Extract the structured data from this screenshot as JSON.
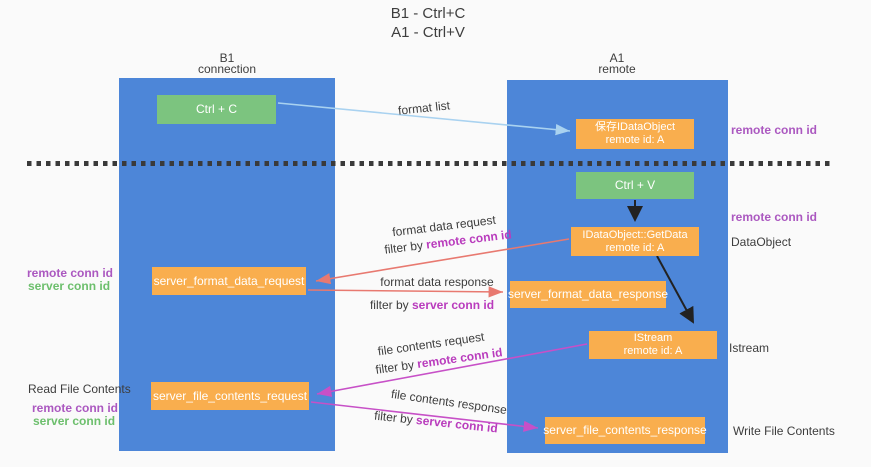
{
  "title": {
    "line1": "B1 - Ctrl+C",
    "line2": "A1 - Ctrl+V"
  },
  "columns": {
    "left": {
      "id": "B1",
      "subtitle": "connection"
    },
    "right": {
      "id": "A1",
      "subtitle": "remote"
    }
  },
  "nodes": {
    "ctrl_c": "Ctrl + C",
    "ctrl_v": "Ctrl + V",
    "save_dataobject": {
      "line1": "保存IDataObject",
      "line2": "remote id: A"
    },
    "getdata": {
      "line1": "IDataObject::GetData",
      "line2": "remote id: A"
    },
    "istream": {
      "line1": "IStream",
      "line2": "remote id: A"
    },
    "format_request": "server_format_data_request",
    "format_response": "server_format_data_response",
    "file_request": "server_file_contents_request",
    "file_response": "server_file_contents_response"
  },
  "edge_labels": {
    "format_list": "format list",
    "format_data_request": "format data request",
    "format_data_response": "format data response",
    "file_contents_request": "file contents request",
    "file_contents_response": "file contents response",
    "filter_by": "filter by ",
    "remote_conn_id": "remote conn id",
    "server_conn_id": "server conn id"
  },
  "side_labels": {
    "remote_conn_id": "remote conn id",
    "server_conn_id": "server conn id",
    "dataobject": "DataObject",
    "istream": "Istream",
    "read_file_contents": "Read File Contents",
    "write_file_contents": "Write File Contents"
  },
  "colors": {
    "column_blue": "#4d86d8",
    "node_green": "#7cc47f",
    "node_orange": "#f9ae4e",
    "arrow_light_blue": "#a9d2f0",
    "arrow_salmon": "#e87970",
    "arrow_magenta": "#c750c7",
    "arrow_black": "#222222",
    "label_purple": "#ab58c0",
    "label_green": "#6dbf6d",
    "background": "#fafafa"
  }
}
